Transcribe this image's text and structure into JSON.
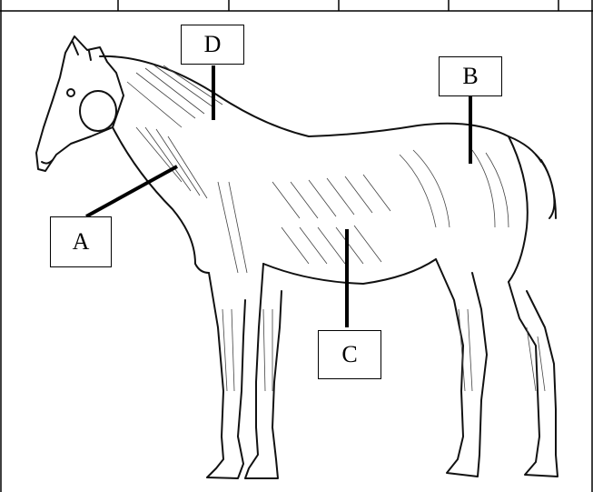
{
  "diagram": {
    "subject": "horse-muscular-anatomy",
    "labels": [
      {
        "id": "D",
        "text": "D"
      },
      {
        "id": "B",
        "text": "B"
      },
      {
        "id": "A",
        "text": "A"
      },
      {
        "id": "C",
        "text": "C"
      }
    ]
  }
}
